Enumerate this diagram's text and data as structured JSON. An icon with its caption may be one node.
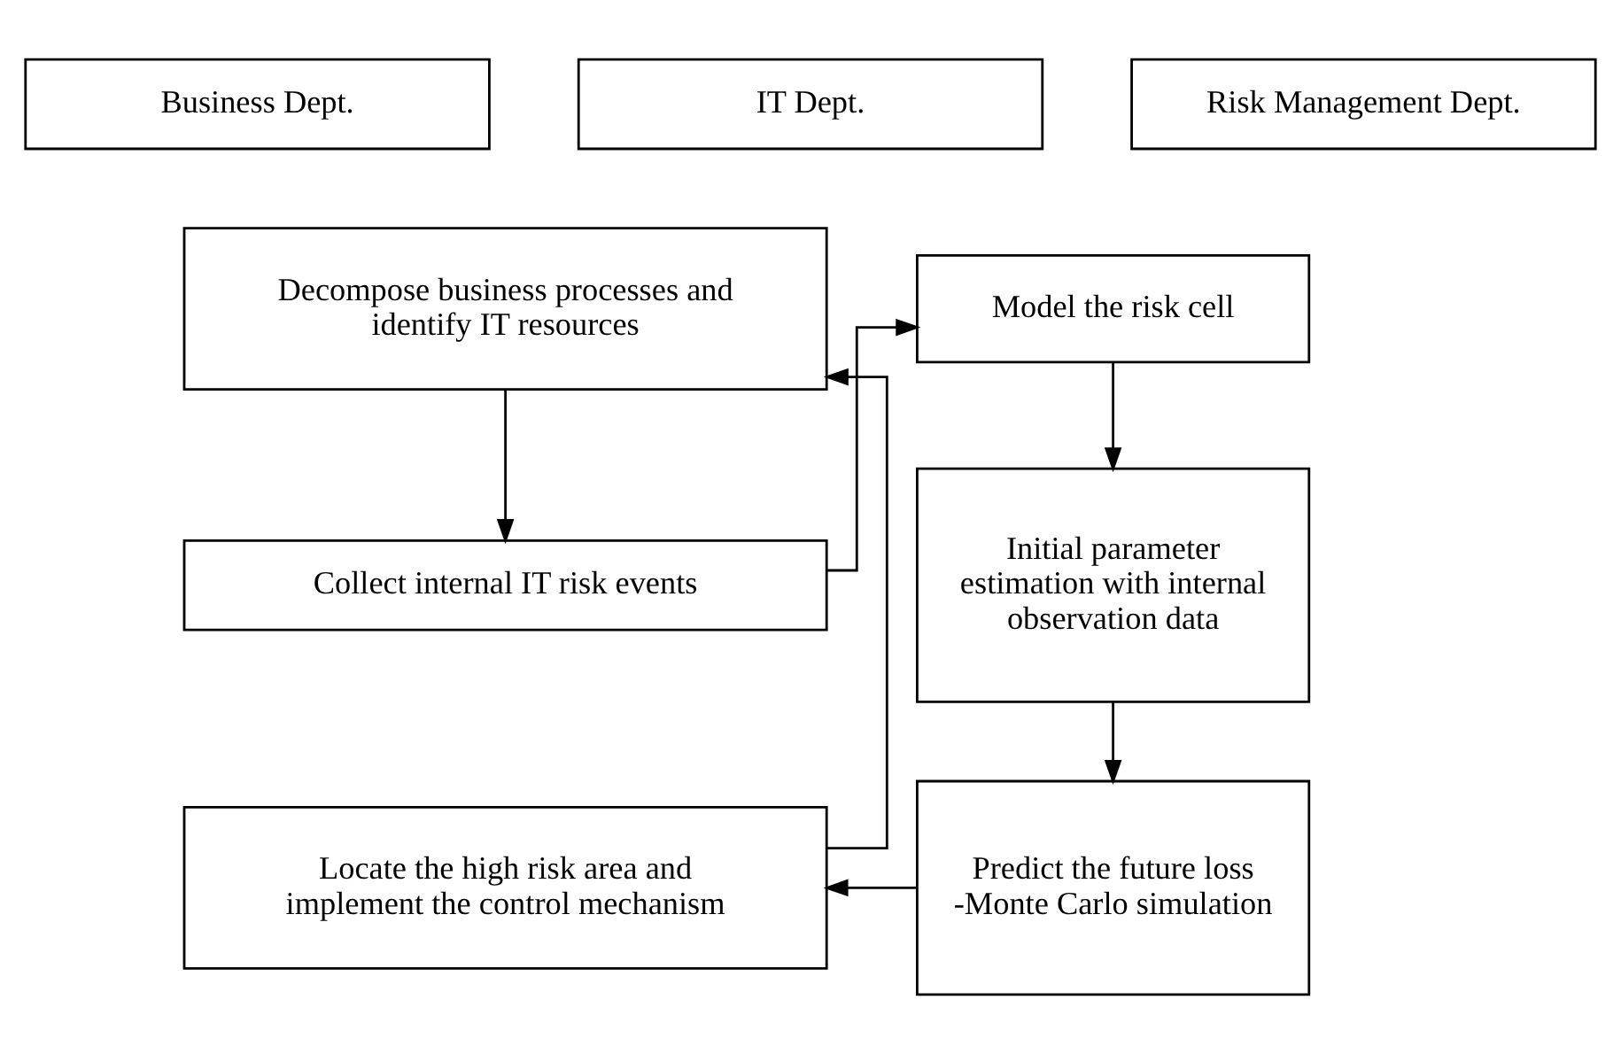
{
  "diagram": {
    "nodes": [
      {
        "text": [
          "Business Dept."
        ]
      },
      {
        "text": [
          "IT Dept."
        ]
      },
      {
        "text": [
          "Risk Management Dept."
        ]
      },
      {
        "text": [
          "Decompose business processes and identify IT resources"
        ]
      },
      {
        "text": [
          "Collect internal IT risk events"
        ]
      },
      {
        "text": [
          "Model the risk cell"
        ]
      },
      {
        "text": [
          "Initial parameter estimation with internal observation data"
        ]
      },
      {
        "text": [
          "Predict the future loss -Monte Carlo simulation"
        ]
      },
      {
        "text": [
          "Locate the high risk area and implement the control mechanism"
        ]
      }
    ],
    "edges": [
      {
        "from": 3,
        "to": 4,
        "arrow": "to"
      },
      {
        "from": 4,
        "to": 5,
        "arrow": "to"
      },
      {
        "from": 5,
        "to": 6,
        "arrow": "to"
      },
      {
        "from": 6,
        "to": 7,
        "arrow": "to"
      },
      {
        "from": 7,
        "to": 8,
        "arrow": "to"
      },
      {
        "from": 8,
        "to": 3,
        "arrow": "to"
      }
    ]
  }
}
